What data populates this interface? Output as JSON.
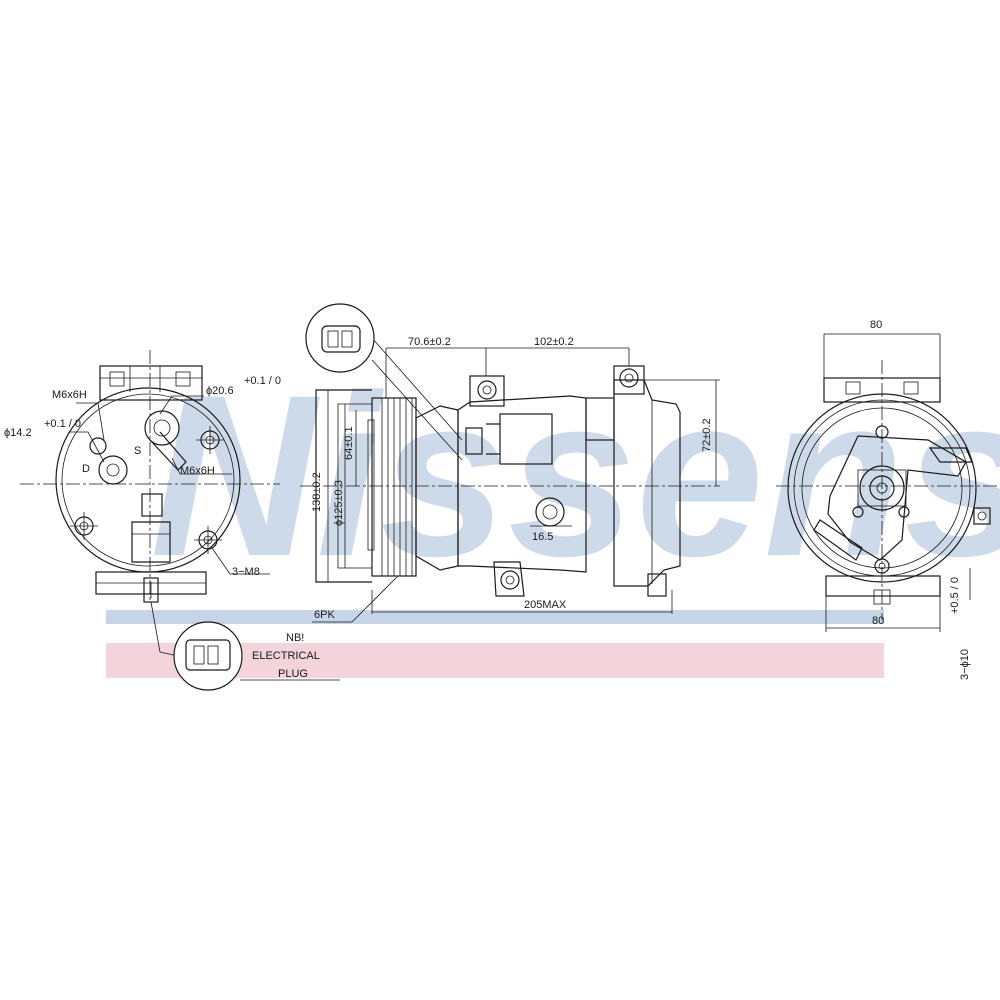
{
  "watermark": {
    "text": "Nissens",
    "color": "#c5d4e6"
  },
  "bands": {
    "blue": "#c5d4e6",
    "pink": "#f3d3dc"
  },
  "left_view": {
    "m6x6h_top": "M6x6H",
    "phi142": "ϕ14.2",
    "phi142_tol": "+0.1 / 0",
    "phi206": "ϕ20.6",
    "phi206_tol": "+0.1 / 0",
    "m6x6h_mid": "M6x6H",
    "s_port": "S",
    "d_port": "D",
    "three_m8": "3−M8"
  },
  "plug_callout": {
    "line1": "NB!",
    "line2": "ELECTRICAL",
    "line3": "PLUG"
  },
  "side_view": {
    "d_70_6": "70.6±0.2",
    "d_102": "102±0.2",
    "d_72": "72±0.2",
    "d_64": "64±0.1",
    "d_138": "138±0.2",
    "d_phi125": "ϕ125±0.3",
    "d_16_5": "16.5",
    "d_205": "205MAX",
    "belt": "6PK"
  },
  "right_view": {
    "d_top": "80",
    "d_bottom": "80",
    "holes": "3−ϕ10",
    "holes_tol": "+0.5 / 0"
  }
}
